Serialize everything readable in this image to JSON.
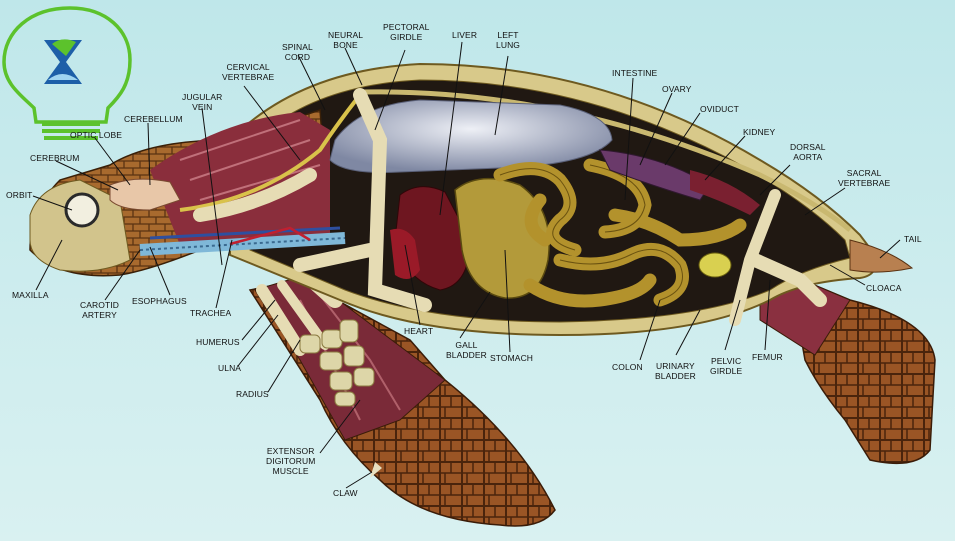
{
  "colors": {
    "background_top": "#bfe7ea",
    "background_bottom": "#d7f0f1",
    "logo_green": "#5cc22c",
    "logo_blue": "#1d5fa8",
    "shell": "#d8c98a",
    "flipper_scale": "#8a4a1e",
    "muscle": "#7a2a38",
    "intestine": "#b3922c",
    "lung": "#9aa3b8",
    "liver": "#6e1620",
    "bone": "#e6dcb4"
  },
  "logo": {
    "icon": "lightbulb-hourglass-icon"
  },
  "labels": {
    "orbit": "ORBIT",
    "maxilla": "MAXILLA",
    "cerebrum": "CEREBRUM",
    "optic_lobe": "OPTIC LOBE",
    "cerebellum": "CEREBELLUM",
    "jugular_vein": "JUGULAR\nVEIN",
    "cervical_vertebrae": "CERVICAL\nVERTEBRAE",
    "spinal_cord": "SPINAL\nCORD",
    "neural_bone": "NEURAL\nBONE",
    "pectoral_girdle": "PECTORAL\nGIRDLE",
    "liver": "LIVER",
    "left_lung": "LEFT\nLUNG",
    "intestine": "INTESTINE",
    "ovary": "OVARY",
    "oviduct": "OVIDUCT",
    "kidney": "KIDNEY",
    "dorsal_aorta": "DORSAL\nAORTA",
    "sacral_vertebrae": "SACRAL\nVERTEBRAE",
    "tail": "TAIL",
    "cloaca": "CLOACA",
    "carotid_artery": "CAROTID\nARTERY",
    "esophagus": "ESOPHAGUS",
    "trachea": "TRACHEA",
    "humerus": "HUMERUS",
    "ulna": "ULNA",
    "radius": "RADIUS",
    "extensor_digitorum_muscle": "EXTENSOR\nDIGITORUM\nMUSCLE",
    "claw": "CLAW",
    "heart": "HEART",
    "gall_bladder": "GALL\nBLADDER",
    "stomach": "STOMACH",
    "colon": "COLON",
    "urinary_bladder": "URINARY\nBLADDER",
    "pelvic_girdle": "PELVIC\nGIRDLE",
    "femur": "FEMUR"
  }
}
